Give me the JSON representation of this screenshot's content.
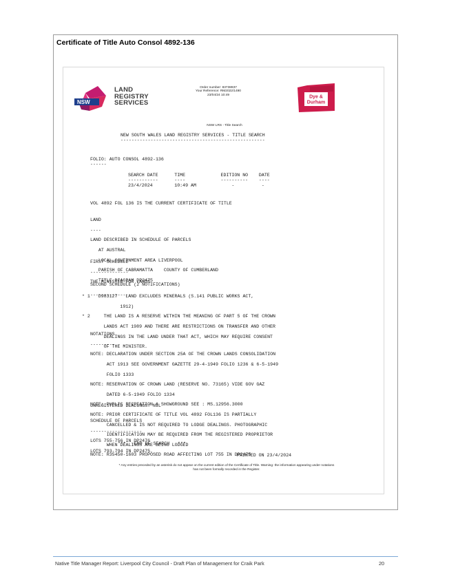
{
  "heading": "Certificate of Title Auto Consol 4892-136",
  "lrs_logo": {
    "nsw": "NSW",
    "line1": "LAND",
    "line2": "REGISTRY",
    "line3": "SERVICES",
    "colors": {
      "magenta": "#c41d70",
      "blue": "#1e3f8c",
      "red": "#d4183f"
    }
  },
  "order": {
    "number": "Order number: 83738937",
    "reference": "Your Reference: RM2022/1490",
    "date": "23/04/24 10:49"
  },
  "dd_logo": {
    "line1": "Dye &",
    "line2": "Durham",
    "color": "#cd1c4b"
  },
  "lrs_search": "NSW LRS - Title Search",
  "title": "NEW SOUTH WALES LAND REGISTRY SERVICES - TITLE SEARCH",
  "title_underline": "-----------------------------------------------------",
  "folio": "FOLIO: AUTO CONSOL 4892-136",
  "folio_underline": "------",
  "search_table": {
    "headers": "SEARCH DATE      TIME             EDITION NO    DATE",
    "dashes": "-----------      ----             ----------    ----",
    "values": "23/4/2024        10:49 AM             -          -"
  },
  "current_cert": "VOL 4892 FOL 136 IS THE CURRENT CERTIFICATE OF TITLE",
  "land_heading": "LAND",
  "land_underline": "----",
  "land_lines": [
    "LAND DESCRIBED IN SCHEDULE OF PARCELS",
    "   AT AUSTRAL",
    "   LOCAL GOVERNMENT AREA LIVERPOOL",
    "   PARISH OF CABRAMATTA    COUNTY OF CUMBERLAND",
    "   TITLE DIAGRAM DP2475"
  ],
  "first_schedule": "FIRST SCHEDULE",
  "first_underline": "--------------",
  "first_lines": [
    "THE MINISTER FOR LANDS"
  ],
  "second_schedule": "SECOND SCHEDULE (2 NOTIFICATIONS)",
  "second_underline": "---------------",
  "second_lines": [
    "* 1   D983127   LAND EXCLUDES MINERALS (S.141 PUBLIC WORKS ACT,",
    "              1912)",
    "* 2     THE LAND IS A RESERVE WITHIN THE MEANING OF PART 5 OF THE CROWN",
    "        LANDS ACT 1989 AND THERE ARE RESTRICTIONS ON TRANSFER AND OTHER",
    "        DEALINGS IN THE LAND UNDER THAT ACT, WHICH MAY REQUIRE CONSENT",
    "        OF THE MINISTER."
  ],
  "notations": "NOTATIONS",
  "notations_underline": "---------",
  "notation_lines": [
    "NOTE: DECLARATION UNDER SECTION 25A OF THE CROWN LANDS CONSOLIDATION",
    "      ACT 1913 SEE GOVERNMENT GAZETTE 29-4-1949 FOLIO 1236 & 6-5-1949",
    "      FOLIO 1333",
    "NOTE: RESERVATION OF CROWN LAND (RESERVE NO. 73165) VIDE GOV GAZ",
    "      DATED 6-5-1949 FOLIO 1334",
    "NOTE: PUBLIC RECREATION & SHOWGROUND SEE : MS.12956.3000",
    "NOTE: PRIOR CERTIFICATE OF TITLE VOL 4892 FOL136 IS PARTIALLY",
    "      CANCELLED & IS NOT REQUIRED TO LODGE DEALINGS. PHOTOGRAPHIC",
    "      IDENTIFICATION MAY BE REQUIRED FROM THE REGISTERED PROPRIETOR",
    "      WHEN DEALINGS ARE BEING LODGED",
    "NOTE: R35450-1603 PROPOSED ROAD AFFECTING LOT 755 IN DP2475"
  ],
  "unregistered": "UNREGISTERED DEALINGS: NIL",
  "schedule_parcels": "SCHEDULE OF PARCELS",
  "schedule_underline": "-------------------",
  "parcel_lines": [
    "LOTS 755-756 IN DP2476",
    "LOTS 793-794 IN DP2475."
  ],
  "end_search": "***   END OF SEARCH   ***",
  "printed_on": "PRINTED ON 23/4/2024",
  "footnote_line1": "* Any entries preceded by an asterisk do not appear on the current edition of the Certificate of Title. Warning: the information appearing under notations",
  "footnote_line2": "has not been formally recorded in the Register.",
  "footer_left": "Native Title Manager Report: Liverpool City Council - Draft Plan of Management for Craik Park",
  "footer_right": "20"
}
